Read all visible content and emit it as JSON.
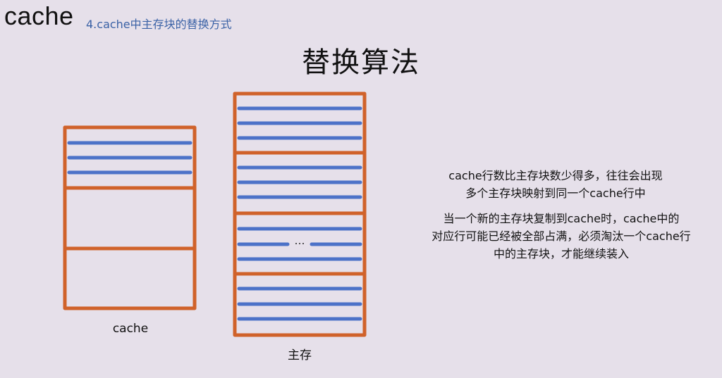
{
  "header": {
    "brand": "cache",
    "subtitle": "4.cache中主存块的替换方式"
  },
  "title": "替换算法",
  "diagram": {
    "cache_label": "cache",
    "memory_label": "主存",
    "ellipsis": "…",
    "border_color": "#d0622a",
    "line_color": "#4c72c8"
  },
  "description": {
    "para1": [
      "cache行数比主存块数少得多，往往会出现",
      "多个主存块映射到同一个cache行中"
    ],
    "para2": [
      "当一个新的主存块复制到cache时，cache中的",
      "对应行可能已经被全部占满，必须淘汰一个cache行",
      "中的主存块，才能继续装入"
    ]
  }
}
